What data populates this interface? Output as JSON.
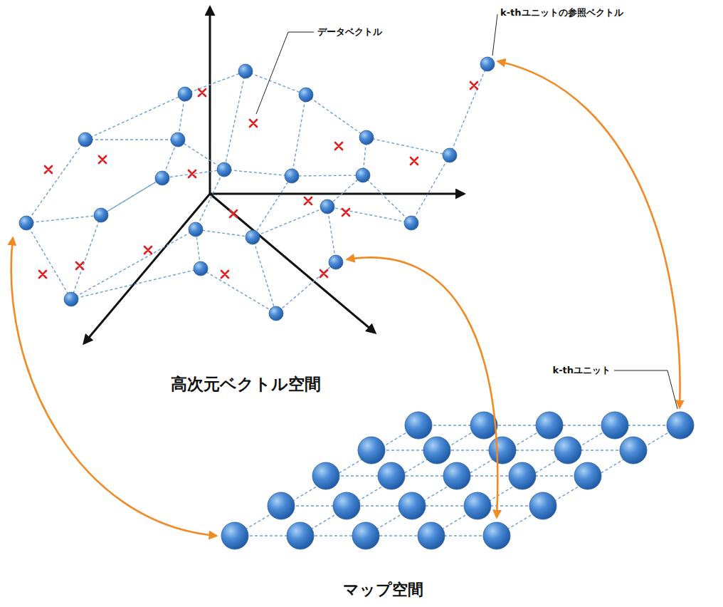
{
  "diagram": {
    "labels": [
      "k-thユニットの参照ベクトル",
      "データベクトル",
      "k-thユニット",
      "高次元ベクトル空間",
      "マップ空間"
    ]
  }
}
